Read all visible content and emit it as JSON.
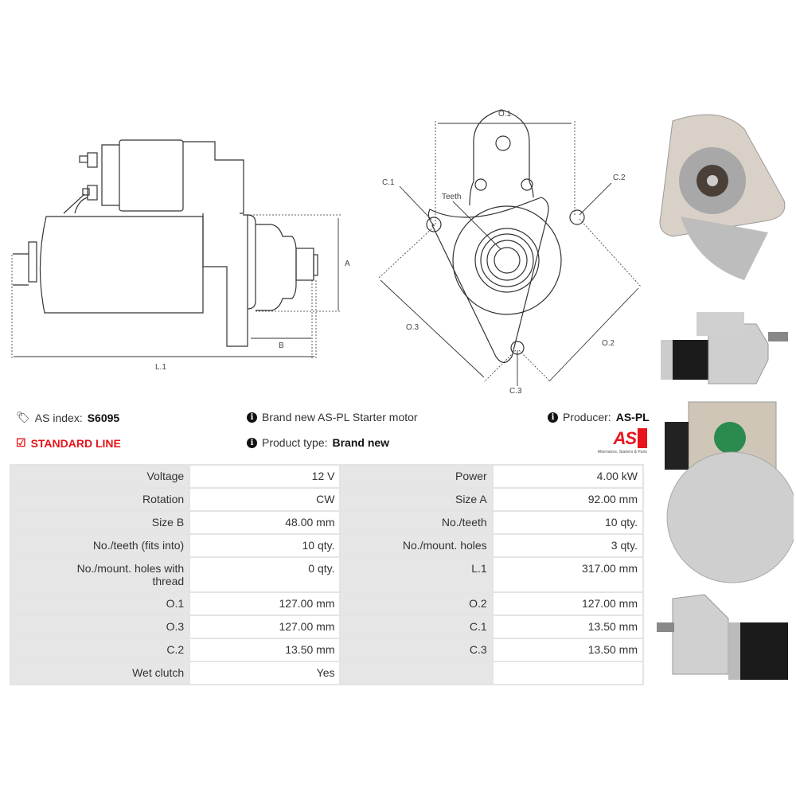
{
  "drawings": {
    "side": {
      "dim_a": "A",
      "dim_b": "B",
      "dim_l1": "L.1"
    },
    "end": {
      "o1": "O.1",
      "o2": "O.2",
      "o3": "O.3",
      "c1": "C.1",
      "c2": "C.2",
      "c3": "C.3",
      "teeth": "Teeth"
    }
  },
  "info": {
    "as_index_label": "AS index:",
    "as_index_value": "S6095",
    "line": "STANDARD LINE",
    "description": "Brand new AS-PL Starter motor",
    "product_type_label": "Product type:",
    "product_type_value": "Brand new",
    "producer_label": "Producer:",
    "producer_value": "AS-PL",
    "logo_text": "AS",
    "logo_tagline": "Alternators, Starters & Parts"
  },
  "colors": {
    "accent": "#e8141b",
    "label_bg": "#e6e6e6"
  },
  "specs": [
    [
      "Voltage",
      "12 V",
      "Power",
      "4.00 kW"
    ],
    [
      "Rotation",
      "CW",
      "Size A",
      "92.00 mm"
    ],
    [
      "Size B",
      "48.00 mm",
      "No./teeth",
      "10 qty."
    ],
    [
      "No./teeth (fits into)",
      "10 qty.",
      "No./mount. holes",
      "3 qty."
    ],
    [
      "No./mount. holes with thread",
      "0 qty.",
      "L.1",
      "317.00 mm"
    ],
    [
      "O.1",
      "127.00 mm",
      "O.2",
      "127.00 mm"
    ],
    [
      "O.3",
      "127.00 mm",
      "C.1",
      "13.50 mm"
    ],
    [
      "C.2",
      "13.50 mm",
      "C.3",
      "13.50 mm"
    ],
    [
      "Wet clutch",
      "Yes",
      "",
      ""
    ]
  ]
}
